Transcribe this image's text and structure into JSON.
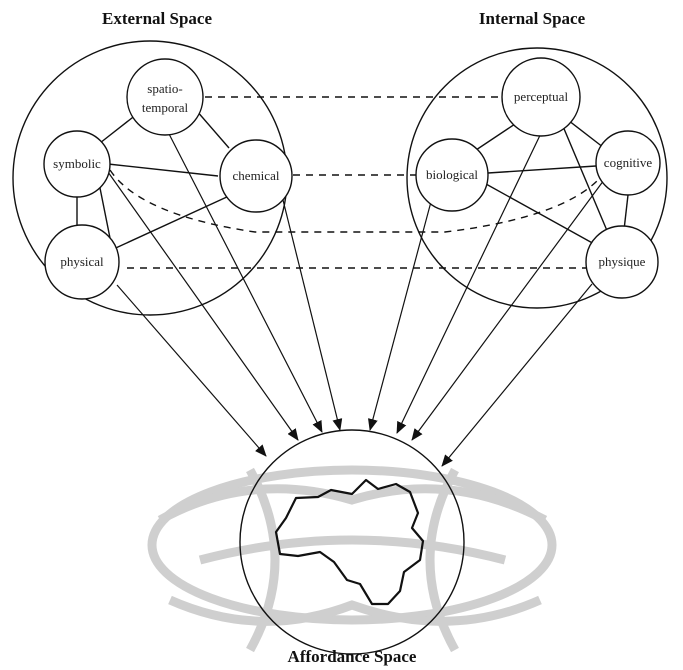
{
  "titles": {
    "external": "External Space",
    "internal": "Internal Space",
    "affordance": "Affordance Space"
  },
  "external_nodes": {
    "spatio_line1": "spatio-",
    "spatio_line2": "temporal",
    "symbolic": "symbolic",
    "chemical": "chemical",
    "physical": "physical"
  },
  "internal_nodes": {
    "perceptual": "perceptual",
    "biological": "biological",
    "cognitive": "cognitive",
    "physique": "physique"
  },
  "colors": {
    "ink": "#111111",
    "watermark": "#cfcfcf"
  }
}
